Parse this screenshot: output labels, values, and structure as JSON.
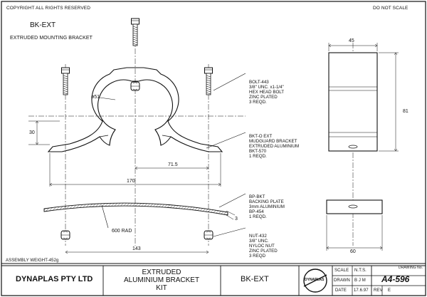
{
  "header": {
    "copyright": "COPYRIGHT ALL RIGHTS RESERVED",
    "scale_note": "DO NOT SCALE"
  },
  "part": {
    "code": "BK-EXT",
    "name": "EXTRUDED MOUNTING BRACKET"
  },
  "callouts": {
    "bolt": [
      "BOLT-443",
      "3/8\" UNC. x1-1/4\"",
      "HEX HEAD BOLT",
      "ZINC PLATED",
      "3 REQD."
    ],
    "bracket": [
      "BKT-O EXT",
      "MUDGUARD BRACKET",
      "EXTRUDED ALUMINIUM",
      "BKT-570",
      "1 REQD."
    ],
    "plate": [
      "BP-BKT",
      "BACKING PLATE",
      "3mm ALUMINIUM",
      "BP-454",
      "1 REQD."
    ],
    "nut": [
      "NUT-432",
      "3/8\" UNC.",
      "NYLOC NUT",
      "ZINC PLATED",
      "3 REQD"
    ]
  },
  "dimensions": {
    "bore": "ø51",
    "height_30": "30",
    "offset_71_5": "71.5",
    "width_170": "170",
    "radius": "600 RAD",
    "plate_thk": "3",
    "spacing_143": "143",
    "side_width": "45",
    "side_height": "81",
    "plate_width": "60"
  },
  "assembly_weight": "ASSEMBLY WEIGHT-452g",
  "title_block": {
    "company": "DYNAPLAS PTY LTD",
    "title_lines": [
      "EXTRUDED",
      "ALUMINIUM BRACKET",
      "KIT"
    ],
    "part_code": "BK-EXT",
    "logo_text": "DYNAPLAS",
    "scale_label": "SCALE",
    "scale_value": "N.T.S.",
    "drawn_label": "DRAWN",
    "drawn_value": "B J M",
    "date_label": "DATE",
    "date_value": "17.6.97",
    "rev_label": "REV",
    "rev_value": "E",
    "drawing_no_label": "DRAWING No.",
    "drawing_no": "A4-596"
  }
}
